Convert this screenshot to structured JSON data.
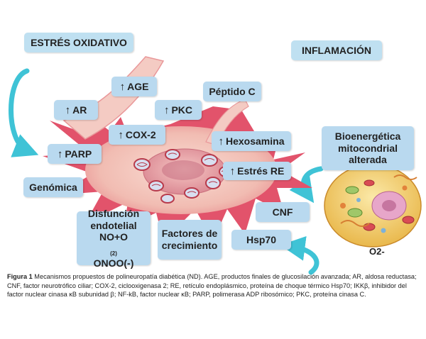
{
  "labels": {
    "estres_oxidativo": "ESTRÉS OXIDATIVO",
    "inflamacion": "INFLAMACIÓN",
    "age": "AGE",
    "ar": "AR",
    "pkc": "PKC",
    "peptido_c": "Péptido C",
    "cox2": "COX-2",
    "hexosamina": "Hexosamina",
    "parp": "PARP",
    "estres_re": "Estrés RE",
    "genomica": "Genómica",
    "bioenergetica_1": "Bioenergética",
    "bioenergetica_2": "mitocondrial",
    "bioenergetica_3": "alterada",
    "cnf": "CNF",
    "hsp70": "Hsp70",
    "disfuncion_1": "Disfunción",
    "disfuncion_2": "endotelial",
    "disfuncion_3": "NO+O",
    "disfuncion_3_sub": "(2)",
    "disfuncion_4": "ONOO(-)",
    "factores_1": "Factores de",
    "factores_2": "crecimiento",
    "o2": "O2-"
  },
  "arrow_glyph": "↑",
  "caption": {
    "bold": "Figura 1",
    "text": " Mecanismos propuestos de polineuropatía diabética (ND). AGE, productos finales de glucosilación avanzada; AR, aldosa reductasa; CNF, factor neurotrófico ciliar; COX-2, ciclooxigenasa 2; RE, retículo endoplásmico, proteína de choque térmico Hsp70; IKKβ, inhibidor del factor nuclear cinasa κB subunidad β; NF-kB, factor nuclear κB; PARP, polimerasa ADP ribosómico; PKC, proteína cinasa C."
  },
  "colors": {
    "box_fill": "#b9d9ef",
    "cell_body": "#f2c4bd",
    "cell_accent": "#e2536b",
    "arrow_cyan": "#3fc3d6",
    "mito_cell": "#f3d36a"
  }
}
